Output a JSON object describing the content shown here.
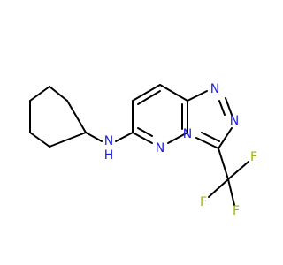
{
  "molecule": {
    "atom_labels": {
      "n_amine": "N",
      "h_amine": "H",
      "n_pyridazine": "N",
      "n_bridge": "N",
      "n_triazole_top": "N",
      "n_triazole_mid": "N",
      "f1": "F",
      "f2": "F",
      "f3": "F"
    },
    "colors": {
      "bond": "#000000",
      "nitrogen": "#1f1fdf",
      "fluorine": "#9bb800"
    }
  }
}
